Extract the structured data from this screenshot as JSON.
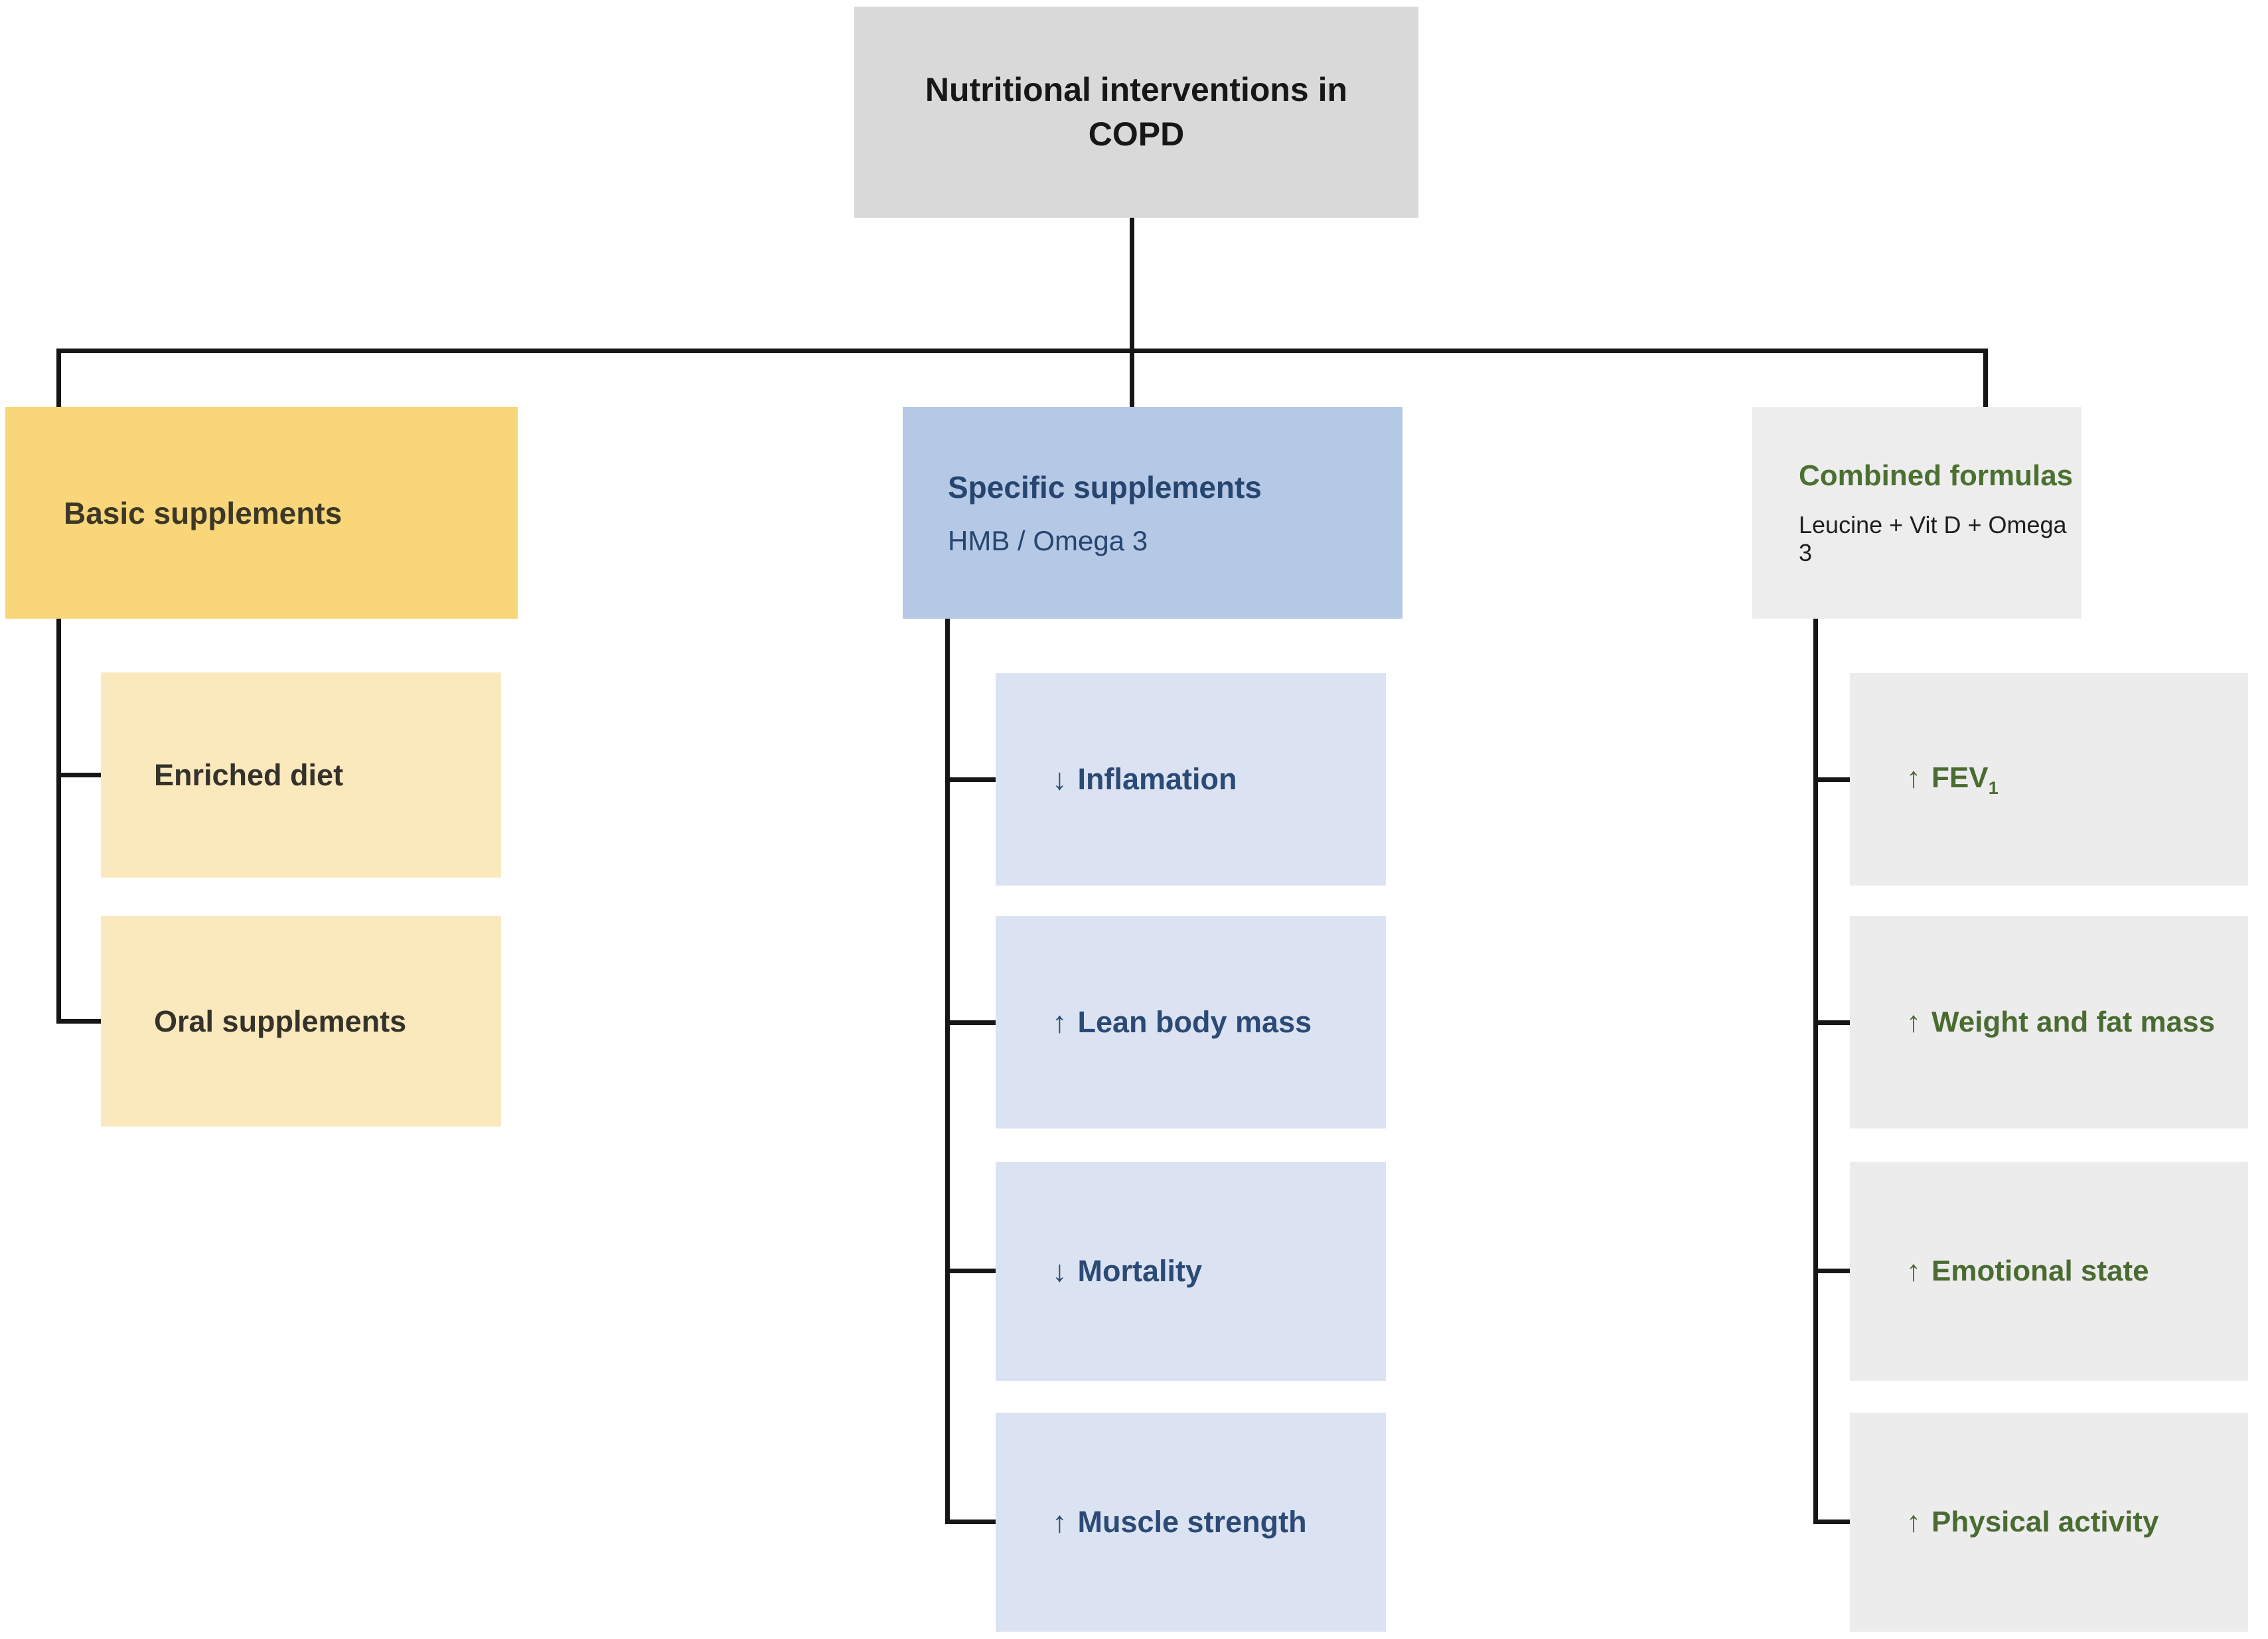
{
  "diagram": {
    "root": {
      "label": "Nutritional interventions in COPD"
    },
    "basic": {
      "title": "Basic supplements",
      "children": [
        {
          "label": "Enriched diet"
        },
        {
          "label": "Oral supplements"
        }
      ]
    },
    "specific": {
      "title": "Specific supplements",
      "subtitle": "HMB / Omega 3",
      "children": [
        {
          "arrow": "↓",
          "label": "Inflamation"
        },
        {
          "arrow": "↑",
          "label": "Lean body mass"
        },
        {
          "arrow": "↓",
          "label": "Mortality"
        },
        {
          "arrow": "↑",
          "label": "Muscle strength"
        }
      ]
    },
    "combined": {
      "title": "Combined formulas",
      "subtitle": "Leucine + Vit D + Omega 3",
      "children": [
        {
          "arrow": "↑",
          "label": "FEV",
          "subscript": "1"
        },
        {
          "arrow": "↑",
          "label": "Weight and fat mass"
        },
        {
          "arrow": "↑",
          "label": "Emotional state"
        },
        {
          "arrow": "↑",
          "label": "Physical activity"
        }
      ]
    },
    "colors": {
      "root_bg": "#d9d9d9",
      "basic_bg": "#f8d679",
      "basic_child_bg": "#fbe9be",
      "specific_bg": "#b5c8e6",
      "specific_child_bg": "#dbe3f2",
      "combined_bg": "#ededed",
      "combined_child_bg": "#ececec",
      "specific_text": "#26456f",
      "combined_text": "#4c7031",
      "basic_text": "#3c3827",
      "connector": "#161616"
    }
  }
}
